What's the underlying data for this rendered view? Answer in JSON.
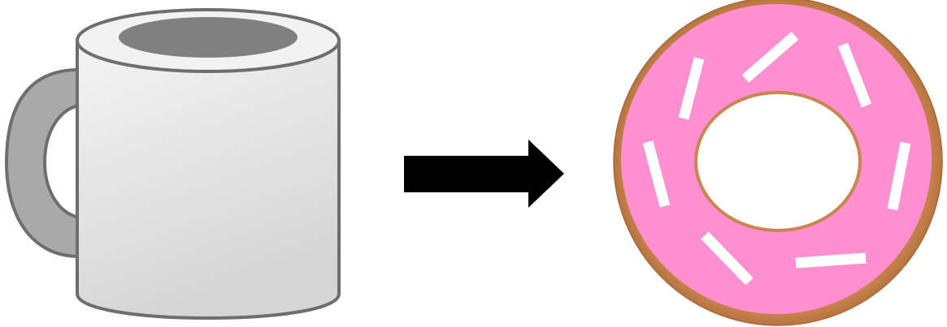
{
  "diagram": {
    "items": [
      {
        "id": "mug",
        "icon": "coffee-mug-icon"
      },
      {
        "id": "connector",
        "icon": "right-arrow-icon"
      },
      {
        "id": "donut",
        "icon": "donut-icon"
      }
    ],
    "colors": {
      "mug_body_light": "#f4f4f4",
      "mug_body_dark": "#d5d5d5",
      "mug_outline": "#6e6e6e",
      "mug_coffee": "#808080",
      "mug_handle": "#a9a9a9",
      "arrow": "#000000",
      "donut_dough": "#c9864e",
      "donut_icing": "#ff8fcf",
      "donut_hole": "#ffffff",
      "sprinkles": "#ffffff"
    }
  }
}
